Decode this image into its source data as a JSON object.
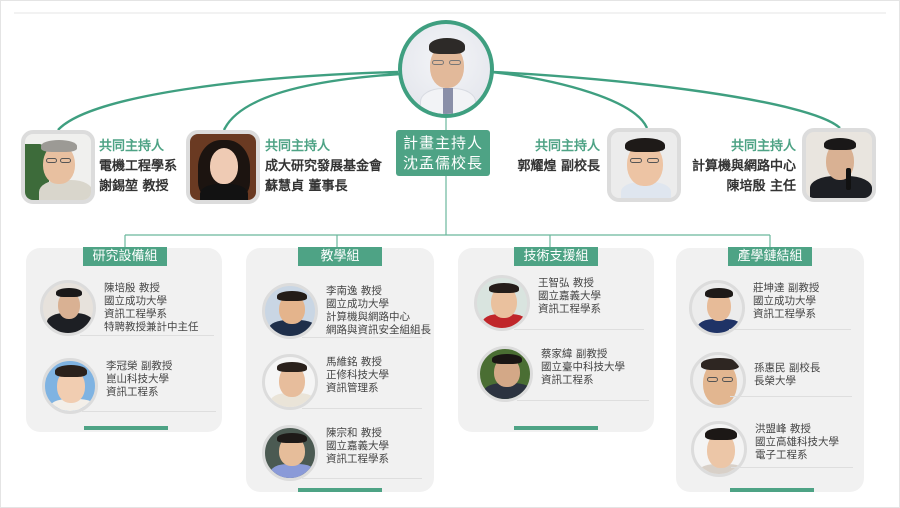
{
  "diagram": {
    "type": "org-chart",
    "accent_color": "#4ea385",
    "leader": {
      "photo_icon": "portrait-photo",
      "role": "計畫主持人",
      "name": "沈孟儒校長"
    },
    "cohosts": [
      {
        "role": "共同主持人",
        "line1": "電機工程學系",
        "line2": "謝錫堃 教授"
      },
      {
        "role": "共同主持人",
        "line1": "成大研究發展基金會",
        "line2": "蘇慧貞 董事長"
      },
      {
        "role": "共同主持人",
        "line1": "郭耀煌 副校長",
        "line2": ""
      },
      {
        "role": "共同主持人",
        "line1": "計算機與網路中心",
        "line2": "陳培殷 主任"
      }
    ],
    "groups": [
      {
        "title": "研究設備組",
        "members": [
          {
            "lines": [
              "陳培殷  教授",
              "國立成功大學",
              "資訊工程學系",
              "特聘教授兼計中主任"
            ]
          },
          {
            "lines": [
              "李冠榮  副教授",
              "崑山科技大學",
              "資訊工程系"
            ]
          }
        ]
      },
      {
        "title": "教學組",
        "members": [
          {
            "lines": [
              "李南逸   教授",
              "國立成功大學",
              "計算機與網路中心",
              "網路與資訊安全組組長"
            ]
          },
          {
            "lines": [
              "馬維銘  教授",
              "正修科技大學",
              "資訊管理系"
            ]
          },
          {
            "lines": [
              "陳宗和  教授",
              "國立嘉義大學",
              "資訊工程學系"
            ]
          }
        ]
      },
      {
        "title": "技術支援組",
        "members": [
          {
            "lines": [
              "王智弘  教授",
              "國立嘉義大學",
              "資訊工程學系"
            ]
          },
          {
            "lines": [
              "蔡家緯  副教授",
              "國立臺中科技大學",
              "資訊工程系"
            ]
          }
        ]
      },
      {
        "title": "產學鏈結組",
        "members": [
          {
            "lines": [
              "莊坤達  副教授",
              "國立成功大學",
              "資訊工程學系"
            ]
          },
          {
            "lines": [
              "孫惠民  副校長",
              "長榮大學"
            ]
          },
          {
            "lines": [
              "洪盟峰  教授",
              "國立高雄科技大學",
              "電子工程系"
            ]
          }
        ]
      }
    ]
  }
}
